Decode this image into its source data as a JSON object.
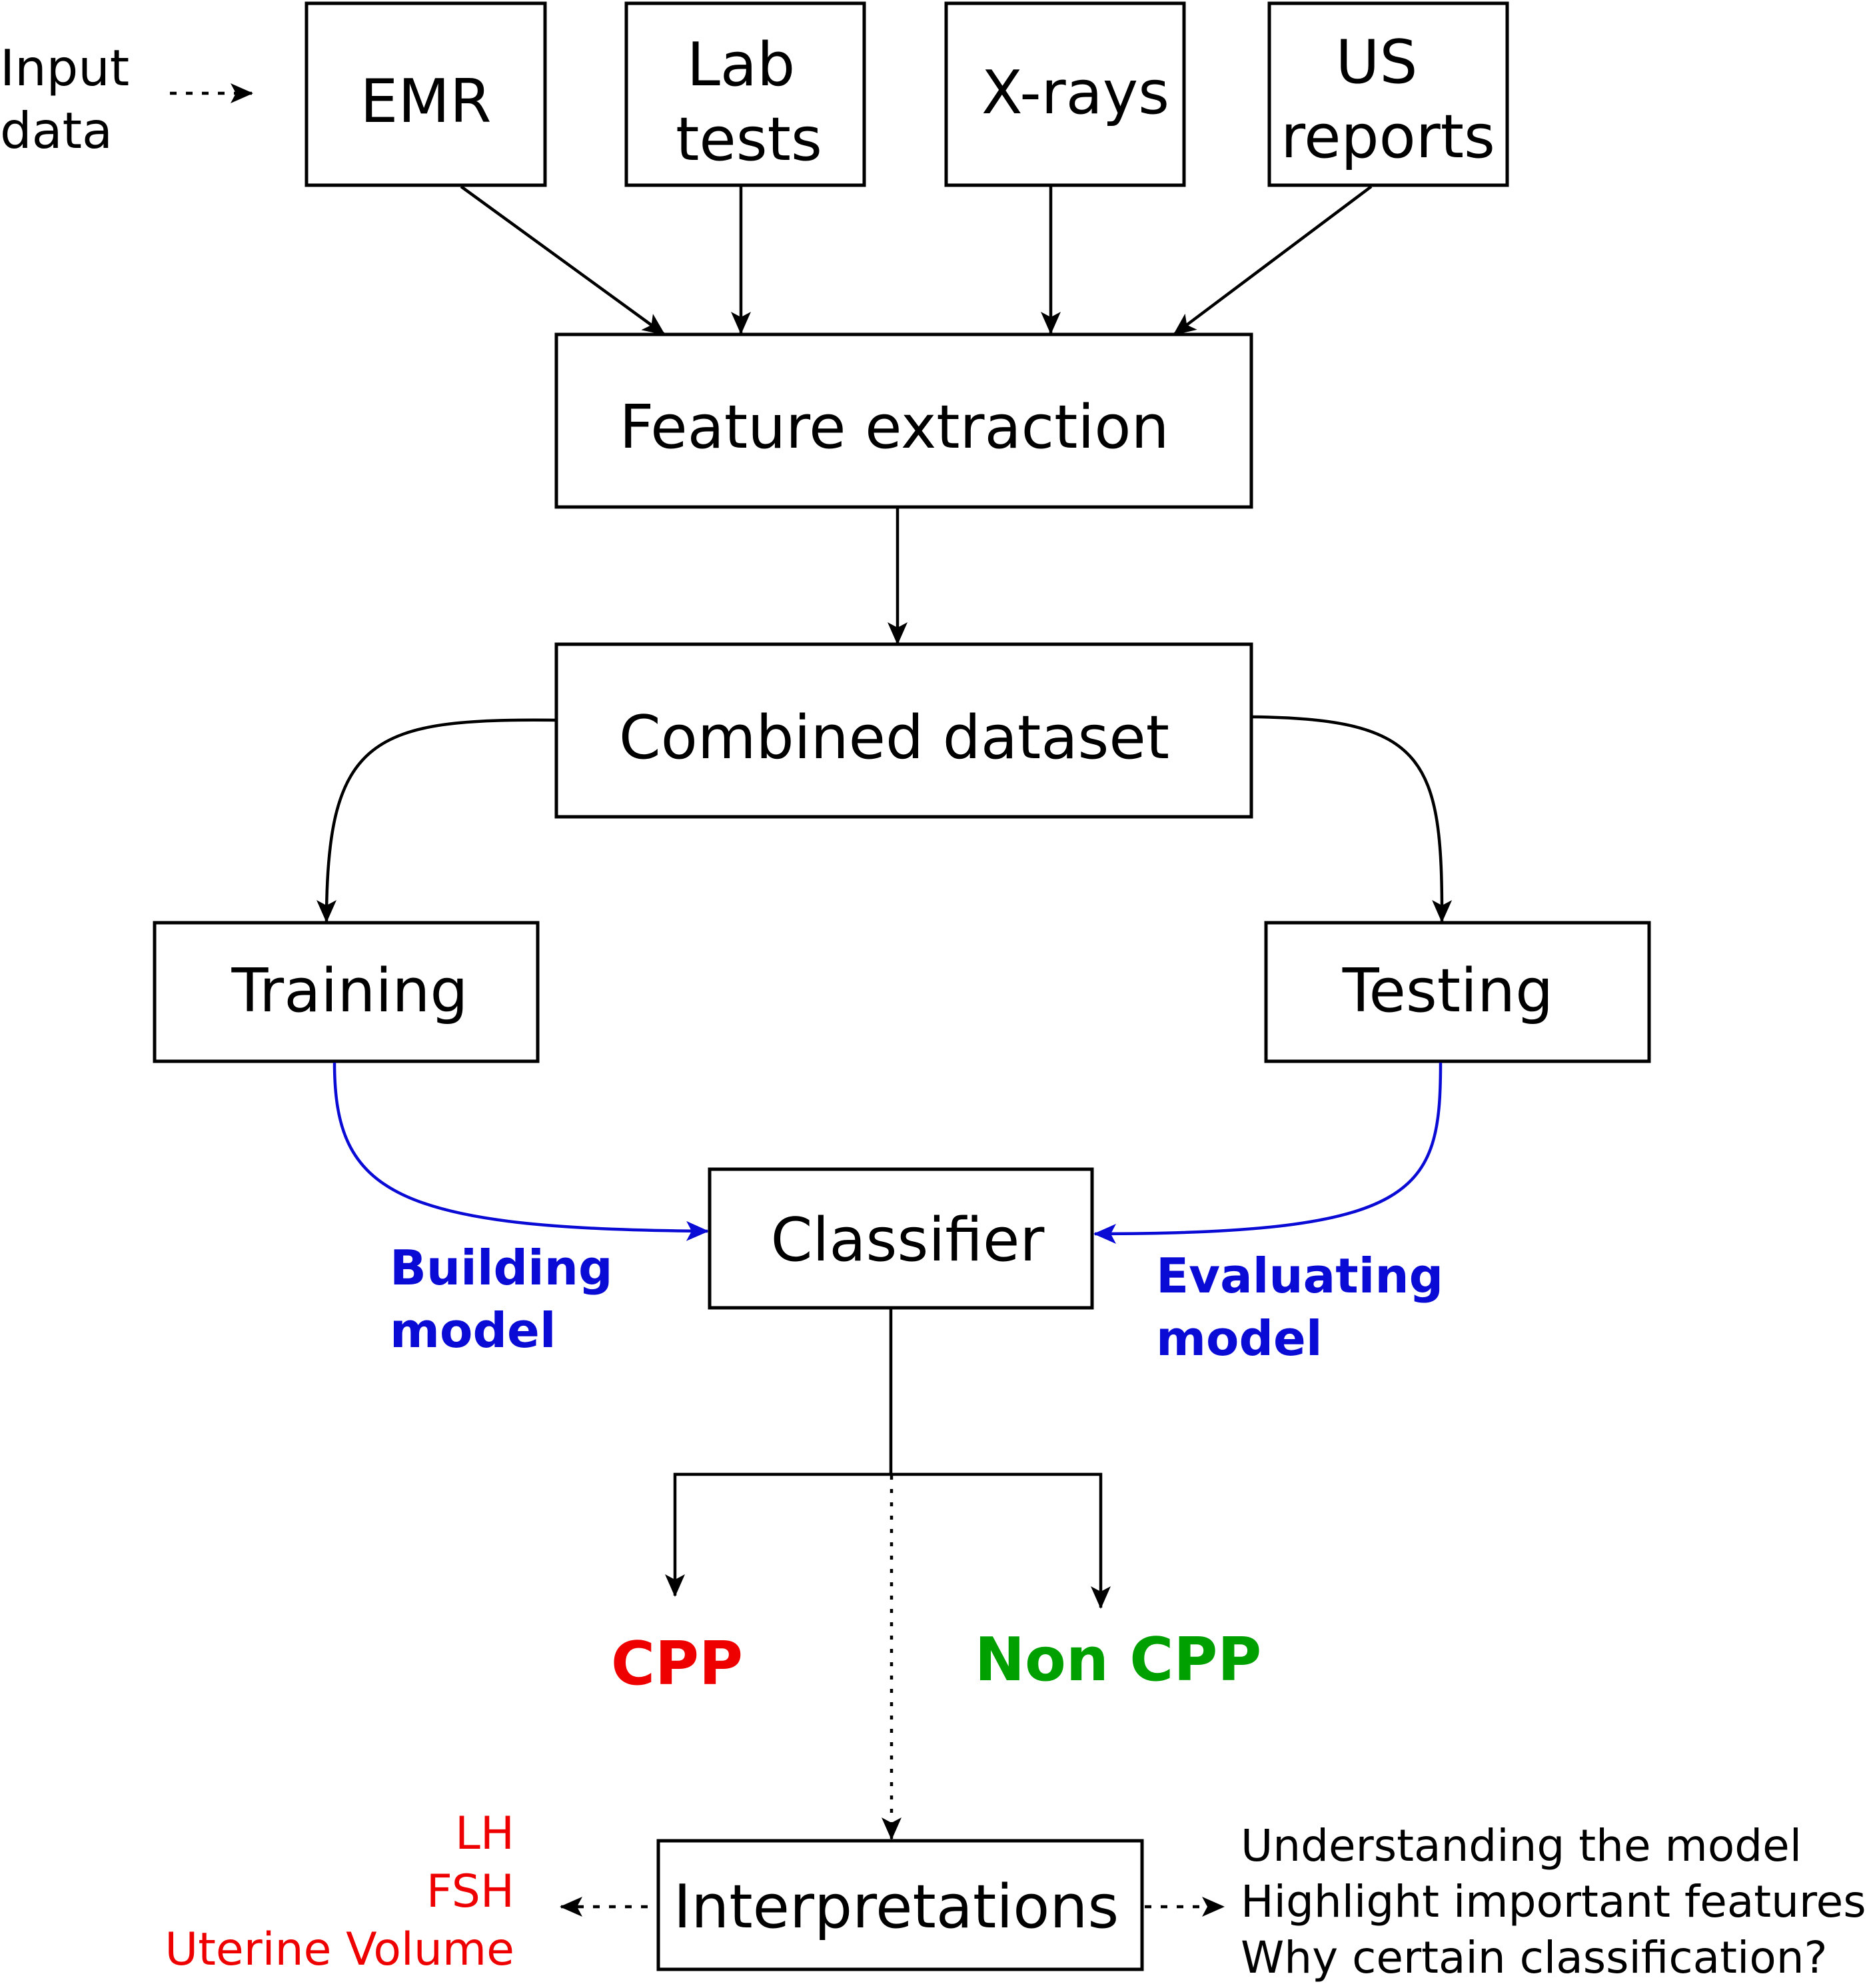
{
  "input_label": [
    "Input",
    "data"
  ],
  "sources": {
    "emr": [
      "EMR"
    ],
    "lab": [
      "Lab",
      "tests"
    ],
    "xrays": [
      "X-rays"
    ],
    "us": [
      "US",
      "reports"
    ]
  },
  "nodes": {
    "feature_extraction": "Feature extraction",
    "combined_dataset": "Combined dataset",
    "training": "Training",
    "testing": "Testing",
    "classifier": "Classifier",
    "interpretations": "Interpretations"
  },
  "edge_labels": {
    "building_model": [
      "Building",
      "model"
    ],
    "evaluating_model": [
      "Evaluating",
      "model"
    ]
  },
  "outcomes": {
    "cpp": "CPP",
    "non_cpp": "Non CPP"
  },
  "features": [
    "LH",
    "FSH",
    "Uterine Volume"
  ],
  "interpretation_notes": [
    "Understanding the model",
    "Highlight important features",
    "Why certain classification?"
  ],
  "colors": {
    "blue": "#0b0bd6",
    "red": "#ee0000",
    "green": "#00a000",
    "black": "#000000"
  }
}
